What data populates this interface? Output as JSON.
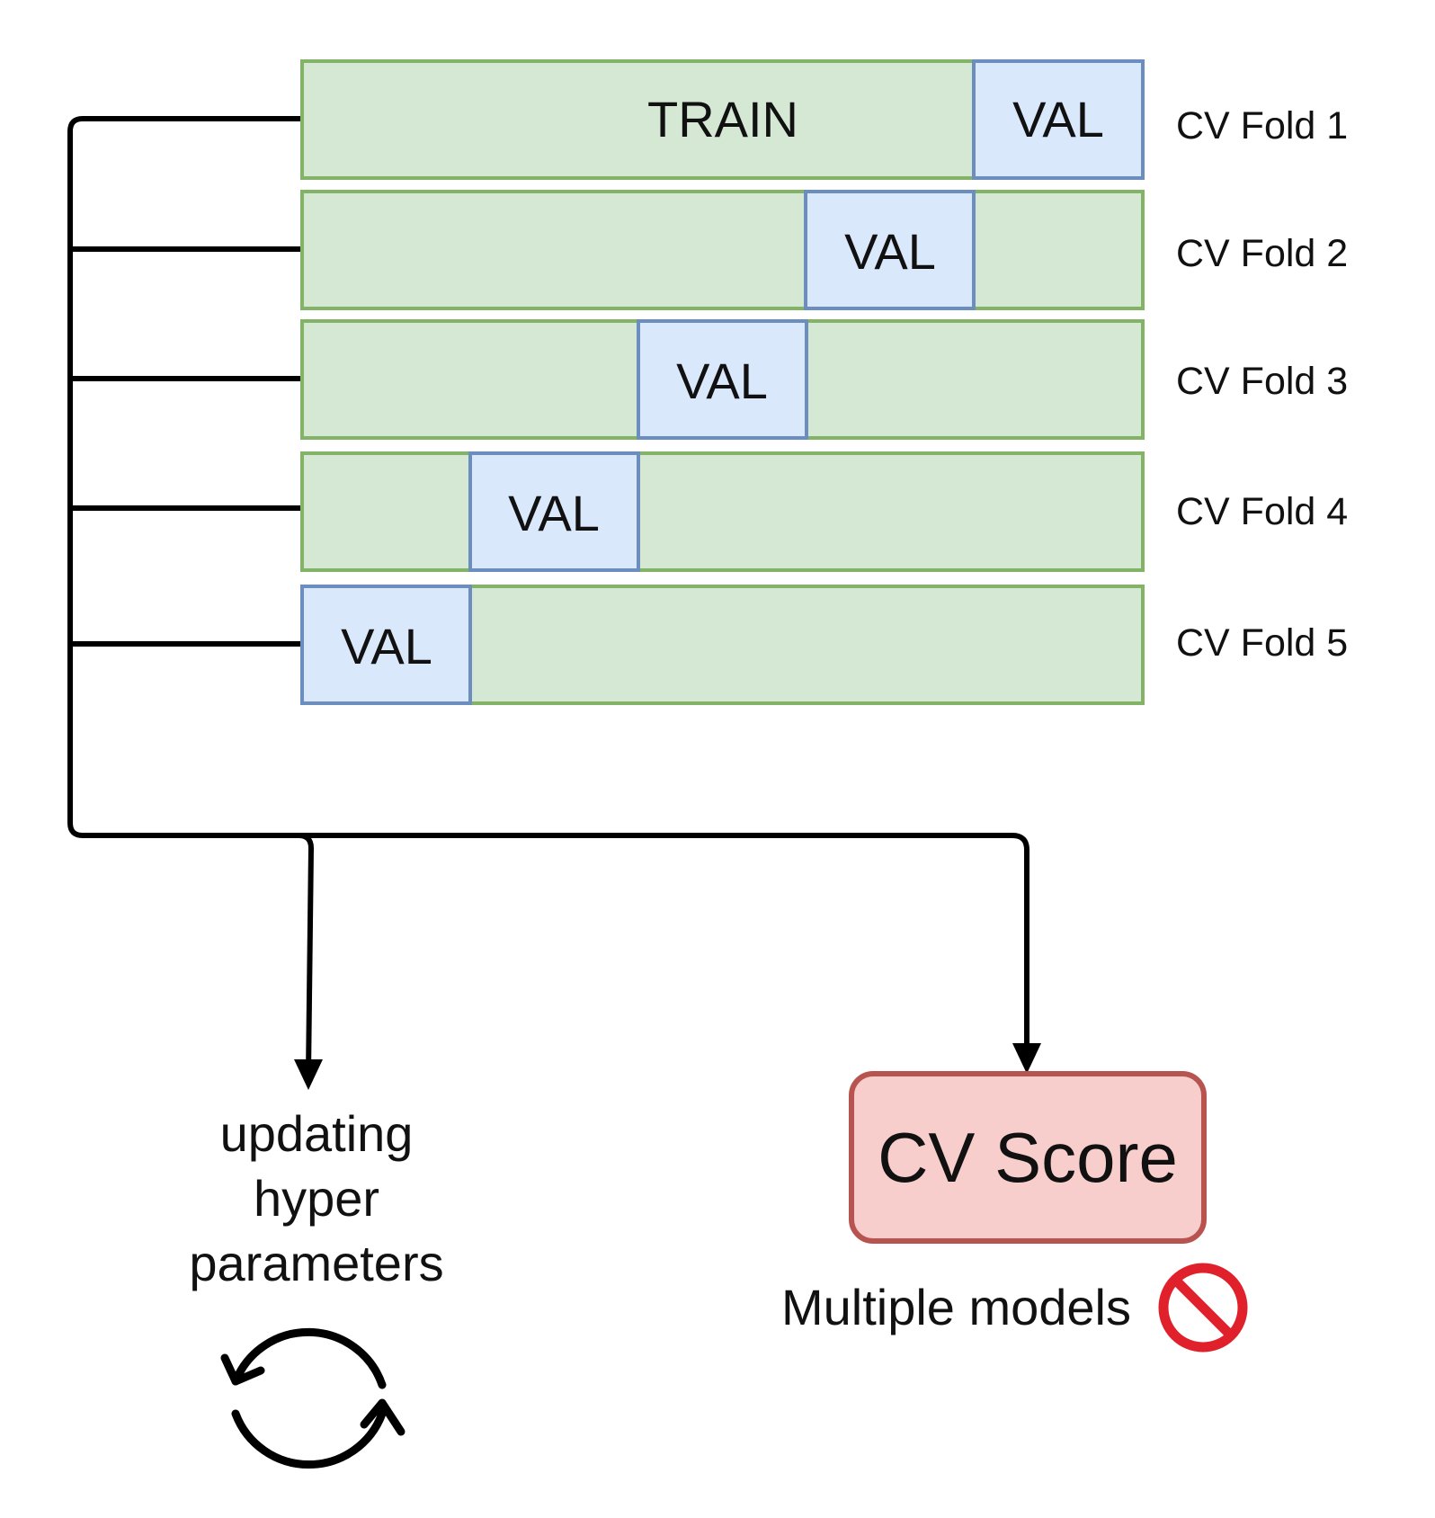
{
  "folds": [
    {
      "label": "CV Fold 1",
      "train_label": "TRAIN",
      "val_label": "VAL"
    },
    {
      "label": "CV Fold 2",
      "val_label": "VAL"
    },
    {
      "label": "CV Fold 3",
      "val_label": "VAL"
    },
    {
      "label": "CV Fold 4",
      "val_label": "VAL"
    },
    {
      "label": "CV Fold 5",
      "val_label": "VAL"
    }
  ],
  "hyperparams": {
    "line1": "updating",
    "line2": "hyper",
    "line3": "parameters",
    "icon": "refresh-cycle-icon"
  },
  "score": {
    "label": "CV Score",
    "note": "Multiple models",
    "note_icon": "prohibited-icon"
  },
  "colors": {
    "train_fill": "#d5e8d4",
    "train_stroke": "#82b366",
    "val_fill": "#dae8fc",
    "val_stroke": "#6c8ebf",
    "score_fill": "#f8cecc",
    "score_stroke": "#b85450",
    "prohibited": "#e0202a",
    "line": "#000000"
  }
}
